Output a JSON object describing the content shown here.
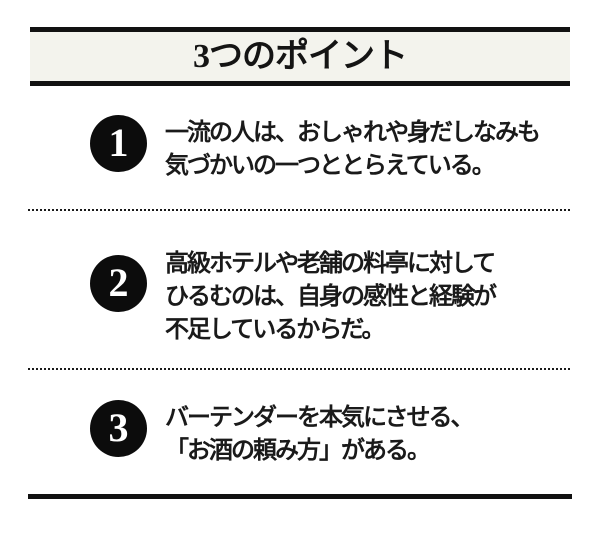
{
  "title": "3つのポイント",
  "colors": {
    "page_background": "#ffffff",
    "band_background": "#f3f3ed",
    "rule_black": "#111111",
    "badge_black": "#0c0c0c",
    "text_black": "#1a1a1a"
  },
  "points": [
    {
      "number": "1",
      "lines": [
        "一流の人は、おしゃれや身だしなみも",
        "気づかいの一つととらえている。"
      ]
    },
    {
      "number": "2",
      "lines": [
        "高級ホテルや老舗の料亭に対して",
        "ひるむのは、自身の感性と経験が",
        "不足しているからだ。"
      ]
    },
    {
      "number": "3",
      "lines": [
        "バーテンダーを本気にさせる、",
        "「お酒の頼み方」がある。"
      ]
    }
  ]
}
